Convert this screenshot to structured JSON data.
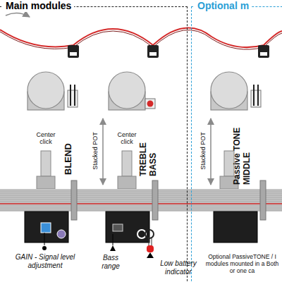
{
  "diagram": {
    "nodes": [
      {
        "text": [
          "Main modules"
        ]
      },
      {
        "text": [
          "Optional m"
        ]
      }
    ],
    "labels": [
      "Center click",
      "BLEND",
      "Stacked POT",
      "Center click",
      "TREBLE BASS",
      "Stacked POT",
      "Passive TONE MIDDLE",
      "GAIN - Signal level adjustment",
      "Bass range",
      "Low battery indicator",
      "Optional PassiveTONE / I modules mounted in a Both or one ca"
    ]
  }
}
